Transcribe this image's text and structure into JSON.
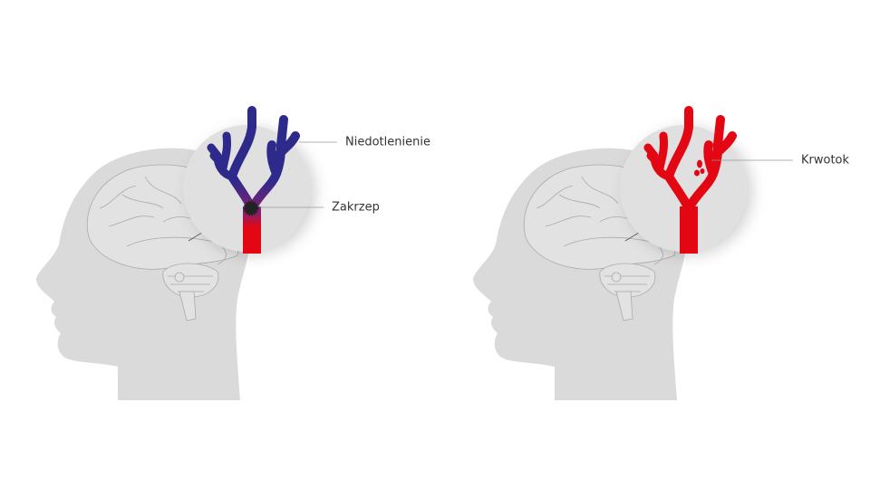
{
  "panels": [
    {
      "id": "ischemic",
      "labels": [
        {
          "text": "Niedotlenienie"
        },
        {
          "text": "Zakrzep"
        }
      ]
    },
    {
      "id": "hemorrhagic",
      "labels": [
        {
          "text": "Krwotok"
        }
      ]
    }
  ],
  "colors": {
    "head": "#dadada",
    "circle": "#e0e0e0",
    "artery": "#e30613",
    "deoxygenated": "#2e2a8c",
    "clot": "#222222",
    "leader": "#999999"
  }
}
